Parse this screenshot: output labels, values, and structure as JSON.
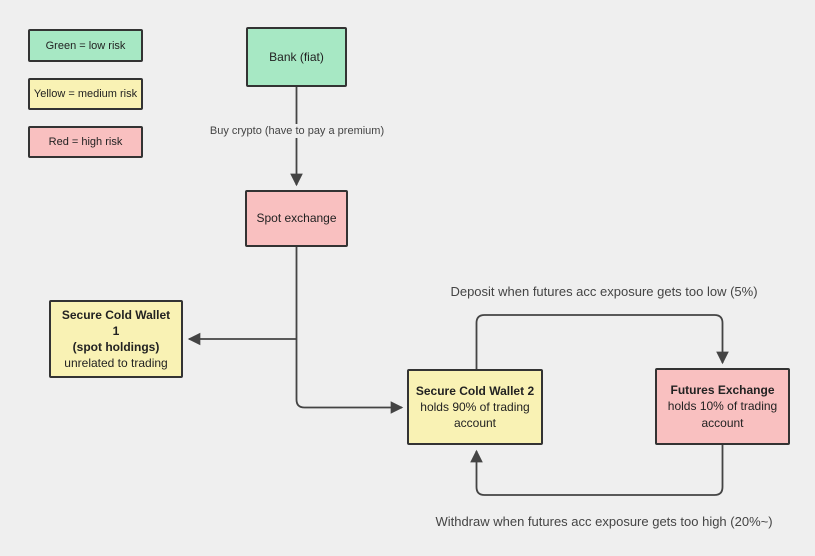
{
  "colors": {
    "background": "#efefef",
    "low_risk_fill": "#a7e8c4",
    "medium_risk_fill": "#f9f2b4",
    "high_risk_fill": "#f9c0c0",
    "node_border": "#333333",
    "connector": "#444444",
    "node_text": "#222222",
    "edge_label_text": "#444444"
  },
  "legend": {
    "items": [
      {
        "id": "low",
        "label": "Green = low risk"
      },
      {
        "id": "medium",
        "label": "Yellow = medium risk"
      },
      {
        "id": "high",
        "label": "Red = high risk"
      }
    ]
  },
  "nodes": {
    "bank": {
      "label": "Bank (fiat)",
      "risk": "low"
    },
    "spot_exchange": {
      "label": "Spot exchange",
      "risk": "high"
    },
    "cold_wallet_1": {
      "title": "Secure Cold Wallet 1",
      "subtitle": "(spot holdings)",
      "note": "unrelated to trading",
      "risk": "medium"
    },
    "cold_wallet_2": {
      "title": "Secure Cold Wallet 2",
      "note": "holds 90% of trading account",
      "risk": "medium"
    },
    "futures_exchange": {
      "title": "Futures Exchange",
      "note": "holds 10% of trading account",
      "risk": "high"
    }
  },
  "edge_labels": {
    "buy_crypto": "Buy crypto (have to pay a premium)",
    "deposit": "Deposit when futures acc exposure gets too low (5%)",
    "withdraw": "Withdraw when futures acc exposure gets too high (20%~)"
  }
}
